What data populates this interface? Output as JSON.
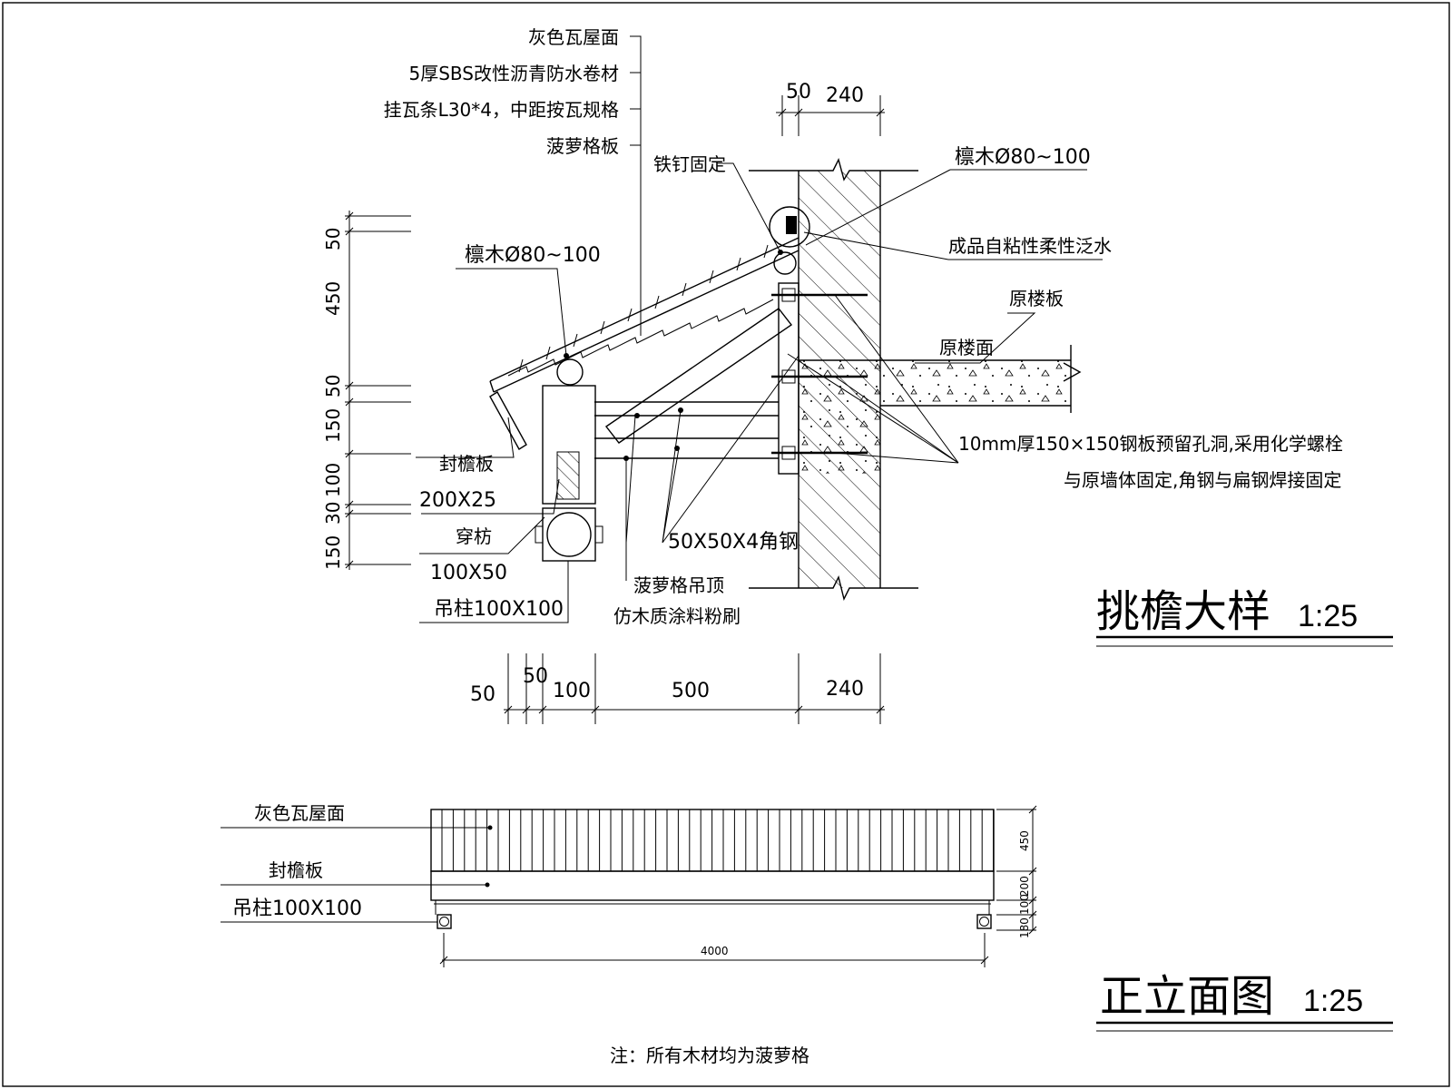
{
  "section": {
    "title": "挑檐大样",
    "scale": "1:25",
    "roof_layers": [
      "灰色瓦屋面",
      "5厚SBS改性沥青防水卷材",
      "挂瓦条L30*4，中距按瓦规格",
      "菠萝格板"
    ],
    "nail": "铁钉固定",
    "purlin_top": "檩木Ø80~100",
    "purlin_low": "檩木Ø80~100",
    "flashing": "成品自粘性柔性泛水",
    "floor_slab": "原楼板",
    "floor_surface": "原楼面",
    "steel_plate_1": "10mm厚150×150钢板预留孔洞,采用化学螺栓",
    "steel_plate_2": "与原墙体固定,角钢与扁钢焊接固定",
    "fascia": "封檐板",
    "fascia_size": "200X25",
    "tie_beam": "穿枋",
    "tie_beam_size": "100X50",
    "hanging_post": "吊柱100X100",
    "angle_steel": "50X50X4角钢",
    "ceiling_1": "菠萝格吊顶",
    "ceiling_2": "仿木质涂料粉刷",
    "dim_top": [
      "50",
      "240"
    ],
    "dim_left": [
      "50",
      "450",
      "50",
      "150",
      "100",
      "30",
      "150"
    ],
    "dim_bottom": [
      "50",
      "50",
      "100",
      "500",
      "240"
    ]
  },
  "elevation": {
    "title": "正立面图",
    "scale": "1:25",
    "labels": [
      "灰色瓦屋面",
      "封檐板",
      "吊柱100X100"
    ],
    "dim_right": [
      "450",
      "200",
      "100",
      "180"
    ],
    "dim_width": "4000"
  },
  "note": "注：所有木材均为菠萝格"
}
